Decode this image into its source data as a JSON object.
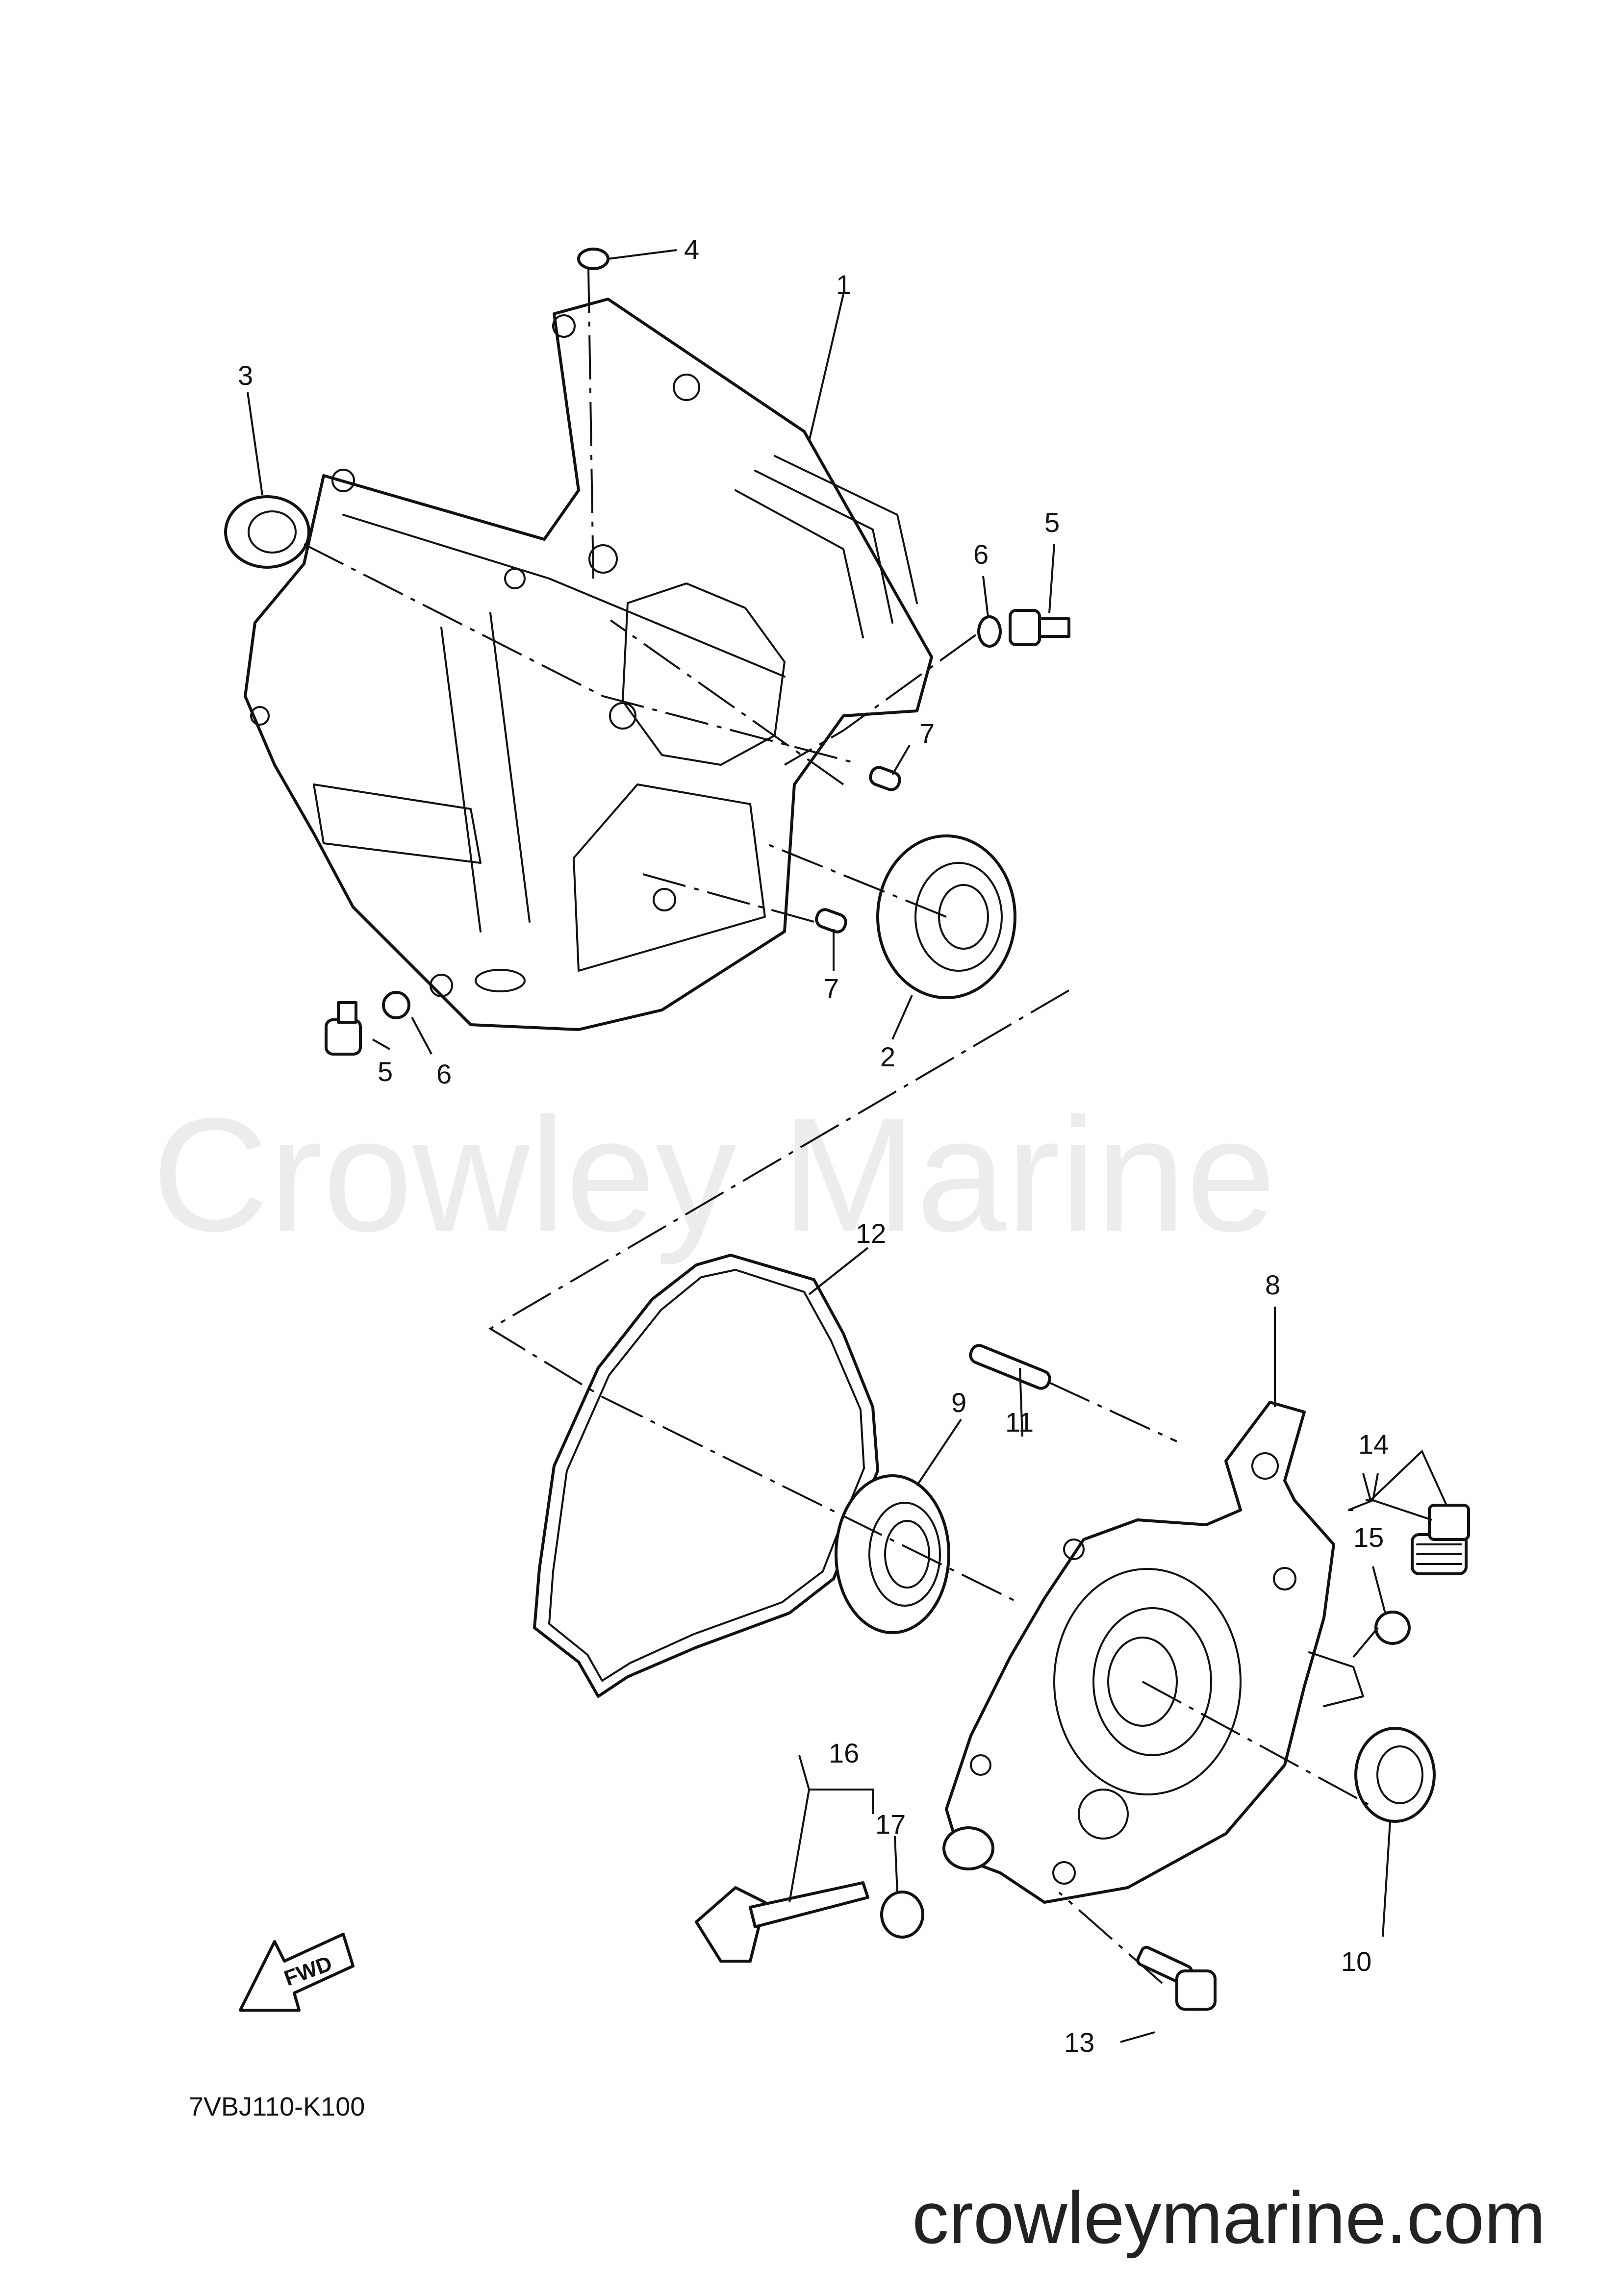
{
  "watermark": "Crowley Marine",
  "site": "crowleymarine.com",
  "part_code": "7VBJ110-K100",
  "fwd_label": "FWD",
  "callouts": {
    "c1": "1",
    "c2": "2",
    "c3": "3",
    "c4": "4",
    "c5a": "5",
    "c5b": "5",
    "c6a": "6",
    "c6b": "6",
    "c7a": "7",
    "c7b": "7",
    "c8": "8",
    "c9": "9",
    "c10": "10",
    "c11": "11",
    "c12": "12",
    "c13": "13",
    "c14": "14",
    "c15": "15",
    "c16": "16",
    "c17": "17"
  }
}
